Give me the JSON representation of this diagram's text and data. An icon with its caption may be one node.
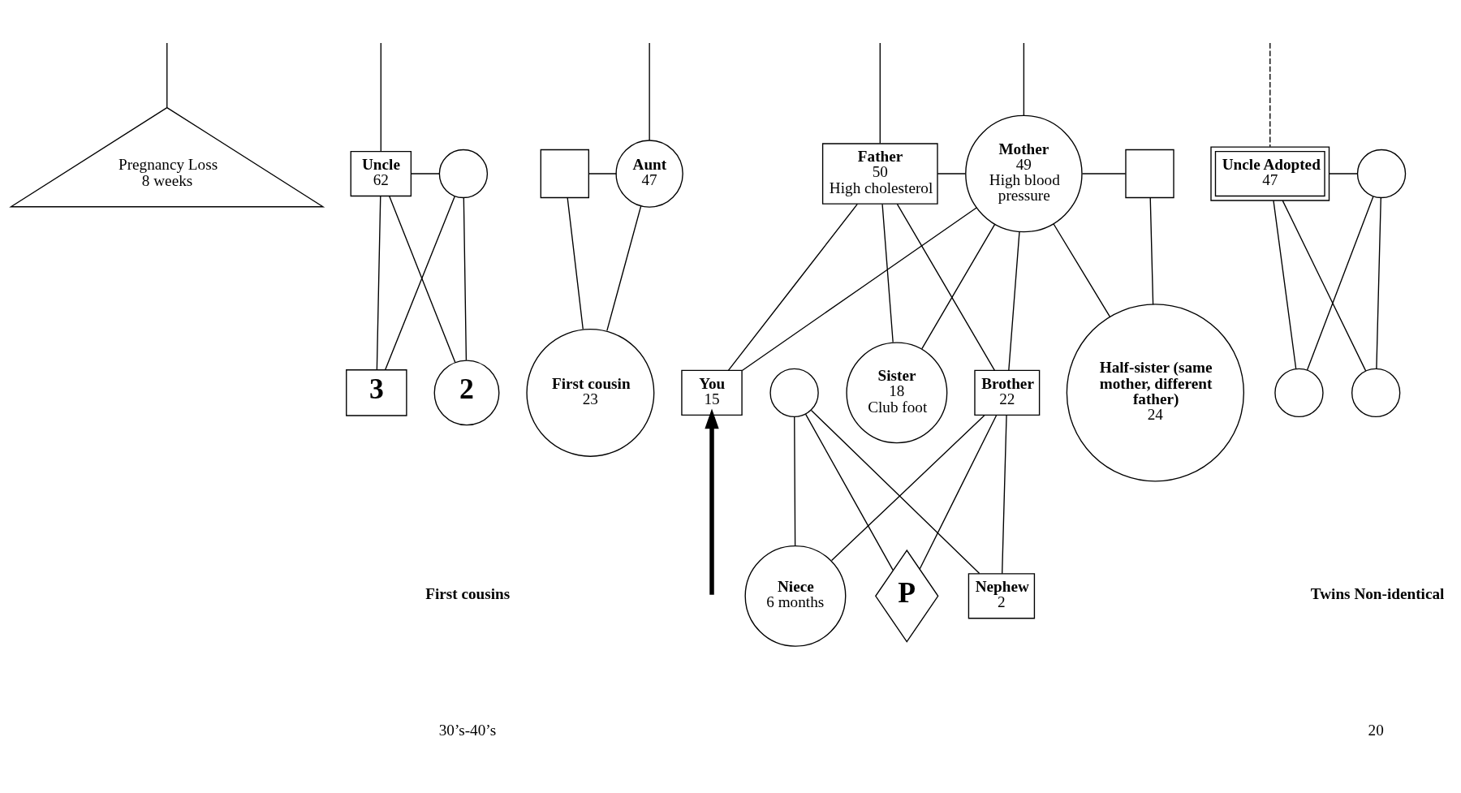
{
  "diagram": {
    "nodes": [
      {
        "text": [
          "Pregnancy Loss",
          "8 weeks"
        ]
      },
      {
        "text": [
          "Uncle",
          "62"
        ]
      },
      {
        "text": [],
        "shape": "circle"
      },
      {
        "text": [],
        "shape": "box"
      },
      {
        "text": [
          "Aunt",
          "47"
        ]
      },
      {
        "text": [
          "Father",
          "50",
          "High cholesterol"
        ]
      },
      {
        "text": [
          "Mother",
          "49",
          "High blood pressure"
        ]
      },
      {
        "text": [],
        "shape": "box"
      },
      {
        "text": [
          "Uncle Adopted",
          "47"
        ]
      },
      {
        "text": [],
        "shape": "circle"
      },
      {
        "text": [
          "3"
        ]
      },
      {
        "text": [
          "2"
        ]
      },
      {
        "text": [
          "First cousin",
          "23"
        ]
      },
      {
        "text": [
          "Brother",
          "22"
        ]
      },
      {
        "text": [],
        "shape": "circle"
      },
      {
        "text": [
          "Sister",
          "18",
          "Club foot"
        ]
      },
      {
        "text": [
          "You",
          "15"
        ]
      },
      {
        "text": [
          "Half-sister (same mother, different father)",
          "24"
        ]
      },
      {
        "text": [],
        "shape": "circle"
      },
      {
        "text": [],
        "shape": "circle"
      },
      {
        "text": [
          "Nephew",
          "2"
        ]
      },
      {
        "text": [
          "Niece",
          "6 months"
        ]
      },
      {
        "text": [
          "P"
        ]
      }
    ],
    "edges": [
      {
        "from": null,
        "to": 0,
        "arrow": "none"
      },
      {
        "from": null,
        "to": 1,
        "arrow": "none"
      },
      {
        "from": null,
        "to": 4,
        "arrow": "none"
      },
      {
        "from": null,
        "to": 5,
        "arrow": "none"
      },
      {
        "from": null,
        "to": 6,
        "arrow": "none"
      },
      {
        "from": null,
        "to": 8,
        "arrow": "none",
        "style": "dashed"
      },
      {
        "from": 1,
        "to": 2,
        "arrow": "none"
      },
      {
        "from": 3,
        "to": 4,
        "arrow": "none"
      },
      {
        "from": 5,
        "to": 6,
        "arrow": "none"
      },
      {
        "from": 6,
        "to": 7,
        "arrow": "none"
      },
      {
        "from": 8,
        "to": 9,
        "arrow": "none"
      },
      {
        "from": 1,
        "to": 10,
        "arrow": "none"
      },
      {
        "from": 1,
        "to": 11,
        "arrow": "none"
      },
      {
        "from": 2,
        "to": 10,
        "arrow": "none"
      },
      {
        "from": 2,
        "to": 11,
        "arrow": "none"
      },
      {
        "from": 3,
        "to": 12,
        "arrow": "none"
      },
      {
        "from": 4,
        "to": 12,
        "arrow": "none"
      },
      {
        "from": 5,
        "to": 13,
        "arrow": "none"
      },
      {
        "from": 5,
        "to": 15,
        "arrow": "none"
      },
      {
        "from": 5,
        "to": 16,
        "arrow": "none"
      },
      {
        "from": 6,
        "to": 13,
        "arrow": "none"
      },
      {
        "from": 6,
        "to": 15,
        "arrow": "none"
      },
      {
        "from": 6,
        "to": 16,
        "arrow": "none"
      },
      {
        "from": 6,
        "to": 17,
        "arrow": "none"
      },
      {
        "from": 7,
        "to": 17,
        "arrow": "none"
      },
      {
        "from": 8,
        "to": 18,
        "arrow": "none"
      },
      {
        "from": 8,
        "to": 19,
        "arrow": "none"
      },
      {
        "from": 9,
        "to": 18,
        "arrow": "none"
      },
      {
        "from": 9,
        "to": 19,
        "arrow": "none"
      },
      {
        "from": 13,
        "to": 20,
        "arrow": "none"
      },
      {
        "from": 13,
        "to": 21,
        "arrow": "none"
      },
      {
        "from": 13,
        "to": 22,
        "arrow": "none"
      },
      {
        "from": 14,
        "to": 20,
        "arrow": "none"
      },
      {
        "from": 14,
        "to": 21,
        "arrow": "none"
      },
      {
        "from": 14,
        "to": 22,
        "arrow": "none"
      },
      {
        "from": null,
        "to": 16,
        "arrow": "to",
        "style": "thick"
      }
    ],
    "labels": [
      "First cousins",
      "30’s-40’s",
      "Twins Non-identical",
      "20"
    ]
  }
}
